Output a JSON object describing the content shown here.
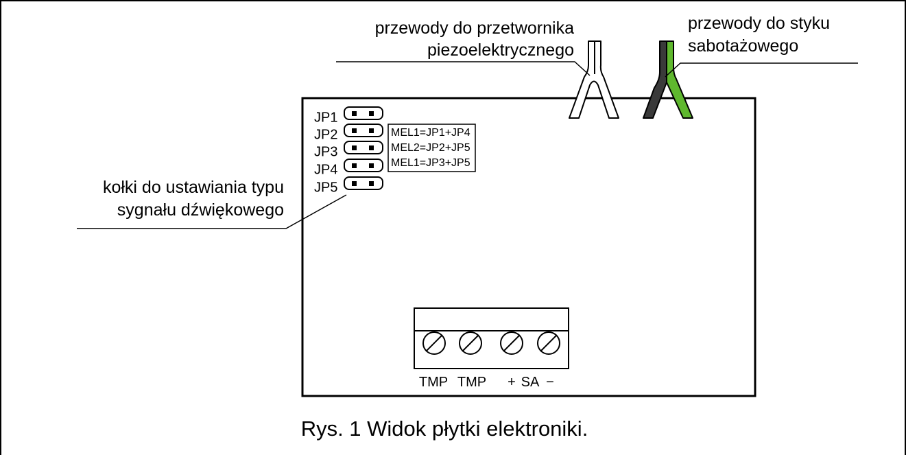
{
  "annotations": {
    "piezo_wires_line1": "przewody do przetwornika",
    "piezo_wires_line2": "piezoelektrycznego",
    "tamper_wires_line1": "przewody do styku",
    "tamper_wires_line2": "sabotażowego",
    "pins_line1": "kołki do ustawiania typu",
    "pins_line2": "sygnału dźwiękowego"
  },
  "jumpers": [
    "JP1",
    "JP2",
    "JP3",
    "JP4",
    "JP5"
  ],
  "melodies": [
    "MEL1=JP1+JP4",
    "MEL2=JP2+JP5",
    "MEL1=JP3+JP5"
  ],
  "terminals": {
    "tmp1": "TMP",
    "tmp2": "TMP",
    "plus": "+",
    "sa": "SA",
    "minus": "−"
  },
  "caption": "Rys. 1 Widok płytki elektroniki.",
  "colors": {
    "line": "#000000",
    "wire_dark": "#3a3a3a",
    "wire_green": "#5fb82e",
    "wire_white": "#ffffff"
  }
}
